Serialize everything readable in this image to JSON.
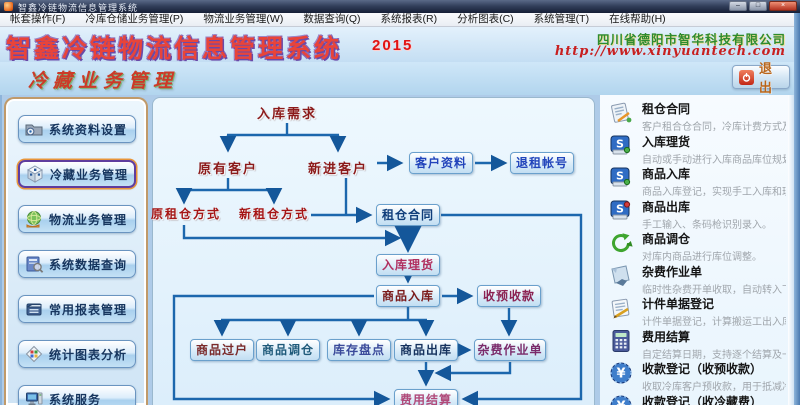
{
  "window": {
    "title": "智鑫冷链物流信息管理系统",
    "minimize": "–",
    "maximize": "□",
    "close": "×"
  },
  "menu": {
    "items": [
      "帐套操作(F)",
      "冷库仓储业务管理(P)",
      "物流业务管理(W)",
      "数据查询(Q)",
      "系统报表(R)",
      "分析图表(C)",
      "系统管理(T)",
      "在线帮助(H)"
    ]
  },
  "banner": {
    "title": "智鑫冷链物流信息管理系统",
    "year": "2015",
    "company": "四川省德阳市智华科技有限公司",
    "url": "http://www.xinyuantech.com"
  },
  "subheader": {
    "title": "冷藏业务管理",
    "exit": "退出"
  },
  "sidebar": {
    "selected_index": 1,
    "items": [
      "系统资料设置",
      "冷藏业务管理",
      "物流业务管理",
      "系统数据查询",
      "常用报表管理",
      "统计图表分析",
      "系统服务"
    ]
  },
  "flowchart": {
    "nodes": {
      "demand": "入库需求",
      "existing": "原有客户",
      "new_customer": "新进客户",
      "customer_info": "客户资料",
      "quit_account": "退租帐号",
      "old_rent": "原租仓方式",
      "new_rent": "新租仓方式",
      "contract": "租仓合同",
      "tally": "入库理货",
      "inbound": "商品入库",
      "advance": "收预收款",
      "transfer": "商品过户",
      "relocate": "商品调仓",
      "stocktake": "库存盘点",
      "outbound": "商品出库",
      "misc_fee": "杂费作业单",
      "settle": "费用结算"
    }
  },
  "right_panel": {
    "items": [
      {
        "title": "租仓合同",
        "desc": "客户租合仓合同，冷库计费方式及计费标准。",
        "icon": "contract-icon"
      },
      {
        "title": "入库理货",
        "desc": "自动或手动进行入库商品库位规划。",
        "icon": "s-box-green-icon"
      },
      {
        "title": "商品入库",
        "desc": "商品入库登记，实现手工入库和理货单导入。",
        "icon": "s-box-green-icon"
      },
      {
        "title": "商品出库",
        "desc": "手工输入、条码枪识别录入。",
        "icon": "s-box-red-icon"
      },
      {
        "title": "商品调仓",
        "desc": "对库内商品进行库位调整。",
        "icon": "recycle-icon"
      },
      {
        "title": "杂费作业单",
        "desc": "临时性杂费开单收取，自动转入下期结算单。",
        "icon": "misc-paper-icon"
      },
      {
        "title": "计件单据登记",
        "desc": "计件单据登记，计算搬运工出入库工作量。",
        "icon": "doc-pen-icon"
      },
      {
        "title": "费用结算",
        "desc": "自定结算日期，支持逐个结算及一键全结。",
        "icon": "calculator-icon"
      },
      {
        "title": "收款登记（收预收款）",
        "desc": "收取冷库客户预收款，用于抵减冷藏费用。",
        "icon": "yen-coin-icon"
      },
      {
        "title": "收款登记（收冷藏费）",
        "desc": "",
        "icon": "yen-coin-icon"
      }
    ]
  },
  "colors": {
    "titlebar": "#33405c",
    "banner_title_red": "#e8443a",
    "banner_outline_purple": "#6a4aa8",
    "company_green": "#2e8b2e",
    "url_red": "#c81f1f",
    "exit_text_orange": "#b8651a",
    "arrow_blue": "#1c67ad",
    "sidebar_text": "#16355e"
  }
}
